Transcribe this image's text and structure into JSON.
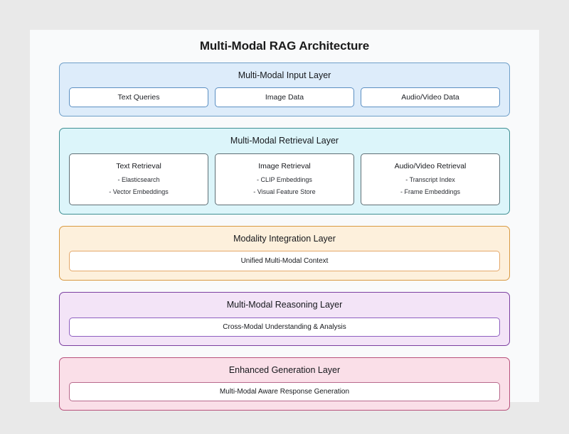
{
  "diagram": {
    "title": "Multi-Modal RAG Architecture",
    "background_color": "#e9e9e9",
    "canvas_color": "#f9fafb",
    "layers": [
      {
        "key": "input",
        "title": "Multi-Modal Input Layer",
        "fill": "#ddecfa",
        "border": "#6f9fc8",
        "cells": [
          {
            "title": "Text Queries",
            "items": []
          },
          {
            "title": "Image Data",
            "items": []
          },
          {
            "title": "Audio/Video Data",
            "items": []
          }
        ]
      },
      {
        "key": "retrieval",
        "title": "Multi-Modal Retrieval Layer",
        "fill": "#dcf5fa",
        "border": "#3f8f93",
        "cells": [
          {
            "title": "Text Retrieval",
            "items": [
              "- Elasticsearch",
              "- Vector Embeddings"
            ]
          },
          {
            "title": "Image Retrieval",
            "items": [
              "- CLIP Embeddings",
              "- Visual Feature Store"
            ]
          },
          {
            "title": "Audio/Video Retrieval",
            "items": [
              "- Transcript Index",
              "- Frame Embeddings"
            ]
          }
        ]
      },
      {
        "key": "integration",
        "title": "Modality Integration Layer",
        "fill": "#fdf0dc",
        "border": "#d99a42",
        "cells": [
          {
            "title": "Unified Multi-Modal Context",
            "items": []
          }
        ]
      },
      {
        "key": "reasoning",
        "title": "Multi-Modal Reasoning Layer",
        "fill": "#f3e4f7",
        "border": "#7b3fa0",
        "cells": [
          {
            "title": "Cross-Modal Understanding & Analysis",
            "items": []
          }
        ]
      },
      {
        "key": "generation",
        "title": "Enhanced Generation Layer",
        "fill": "#fadfe8",
        "border": "#b8527c",
        "cells": [
          {
            "title": "Multi-Modal Aware Response Generation",
            "items": []
          }
        ]
      }
    ]
  }
}
